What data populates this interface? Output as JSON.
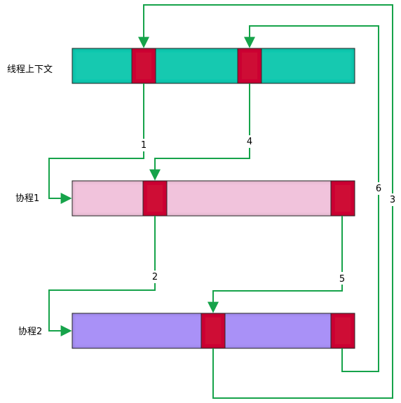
{
  "rows": [
    {
      "label": "线程上下文",
      "fill": "#17c9b0"
    },
    {
      "label": "协程1",
      "fill": "#f1c3dc"
    },
    {
      "label": "协程2",
      "fill": "#a991f7"
    }
  ],
  "segment_color": "#ce0c36",
  "arrow_color": "#16a34a",
  "steps": [
    "1",
    "2",
    "3",
    "4",
    "5",
    "6"
  ]
}
